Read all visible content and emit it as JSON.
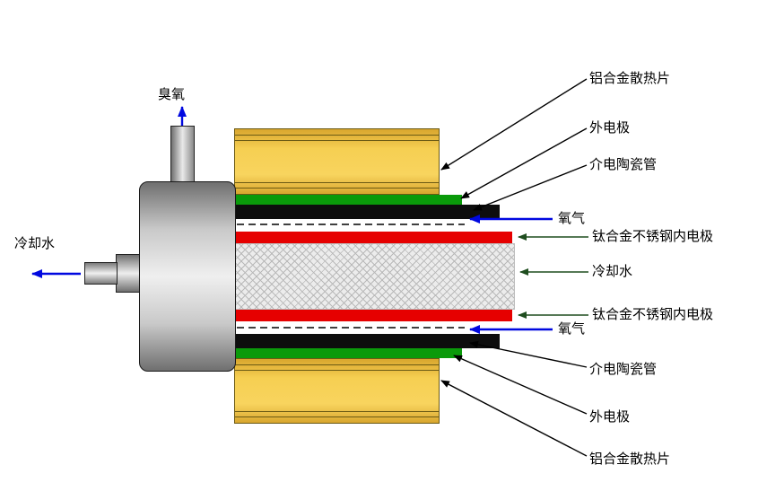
{
  "diagram": {
    "subject": "ozone-generator-tube-cross-section",
    "labels": {
      "ozone_outlet": "臭氧",
      "cooling_water_inlet": "冷却水",
      "right": [
        {
          "text": "铝合金散热片"
        },
        {
          "text": "外电极"
        },
        {
          "text": "介电陶瓷管"
        },
        {
          "text": "氧气"
        },
        {
          "text": "钛合金不锈钢内电极"
        },
        {
          "text": "冷却水"
        },
        {
          "text": "钛合金不锈钢内电极"
        },
        {
          "text": "氧气"
        },
        {
          "text": "介电陶瓷管"
        },
        {
          "text": "外电极"
        },
        {
          "text": "铝合金散热片"
        }
      ]
    },
    "colors": {
      "heat_sink_yellow": "#f2c74a",
      "outer_electrode_green": "#0a9a0a",
      "dielectric_ceramic_black": "#0d0d0d",
      "inner_electrode_red": "#e60000",
      "gas_arrow_blue": "#0008e0",
      "leader_line_dark_green": "#1e4d1e",
      "body_gray": "#c9c9c9"
    }
  }
}
